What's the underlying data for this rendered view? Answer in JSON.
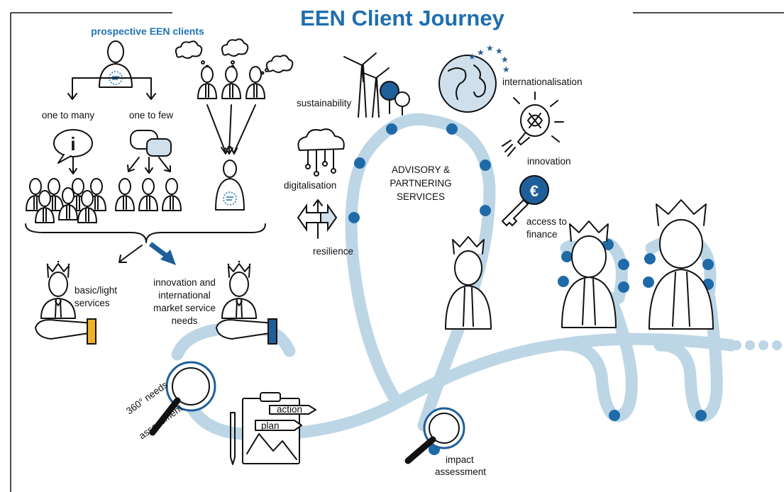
{
  "title": "EEN Client Journey",
  "labels": {
    "prospective": "prospective EEN clients",
    "one_to_many": "one to many",
    "one_to_few": "one to few",
    "basic_1": "basic/light",
    "basic_2": "services",
    "innov_1": "innovation and",
    "innov_2": "international",
    "innov_3": "market service",
    "innov_4": "needs",
    "sustainability": "sustainability",
    "internationalisation": "internationalisation",
    "digitalisation": "digitalisation",
    "innovation": "innovation",
    "resilience": "resilience",
    "access_1": "access to",
    "access_2": "finance",
    "advisory_1": "ADVISORY &",
    "advisory_2": "PARTNERING",
    "advisory_3": "SERVICES",
    "needs_1": "360° needs",
    "needs_2": "assessment",
    "action": "action",
    "plan": "plan",
    "impact_1": "impact",
    "impact_2": "assessment",
    "info_glyph": "i"
  },
  "colors": {
    "title": "#1f6eb0",
    "road": "#bcd6e6",
    "dot": "#1f6aa8",
    "basic_card": "#f2b124",
    "innov_card": "#1f5f99",
    "arrow_blue": "#1f5f99",
    "ink": "#111111"
  }
}
